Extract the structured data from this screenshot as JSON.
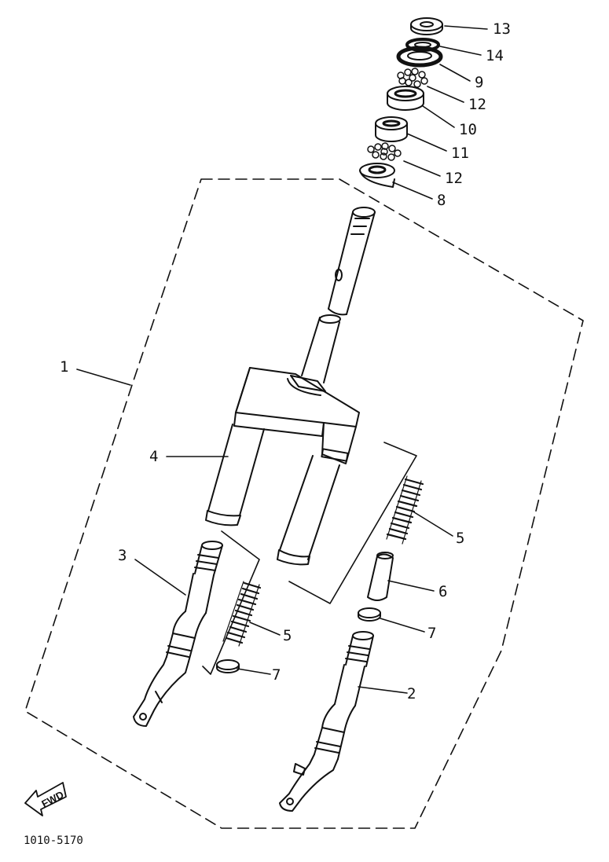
{
  "diagram": {
    "part_code": "1010-5170",
    "direction_label": "FWD",
    "colors": {
      "line": "#111111",
      "paper": "#ffffff"
    },
    "parts": [
      {
        "ref": "1",
        "name": "front-fork-assembly"
      },
      {
        "ref": "2",
        "name": "right-outer-tube"
      },
      {
        "ref": "3",
        "name": "left-outer-tube"
      },
      {
        "ref": "4",
        "name": "under-bracket-with-inner-tubes"
      },
      {
        "ref": "5",
        "name": "fork-spring"
      },
      {
        "ref": "6",
        "name": "spring-guide"
      },
      {
        "ref": "7",
        "name": "spring-seat"
      },
      {
        "ref": "8",
        "name": "lower-bearing-race"
      },
      {
        "ref": "9",
        "name": "upper-ball-race"
      },
      {
        "ref": "10",
        "name": "upper-bearing-race"
      },
      {
        "ref": "11",
        "name": "lower-ball-race"
      },
      {
        "ref": "12",
        "name": "steel-balls"
      },
      {
        "ref": "13",
        "name": "ring-nut"
      },
      {
        "ref": "14",
        "name": "washer"
      }
    ],
    "labels": {
      "l13": "13",
      "l14": "14",
      "l9": "9",
      "l12a": "12",
      "l10": "10",
      "l11": "11",
      "l12b": "12",
      "l8": "8",
      "l1": "1",
      "l4": "4",
      "l5a": "5",
      "l3": "3",
      "l6": "6",
      "l5b": "5",
      "l7a": "7",
      "l7b": "7",
      "l2": "2"
    }
  }
}
